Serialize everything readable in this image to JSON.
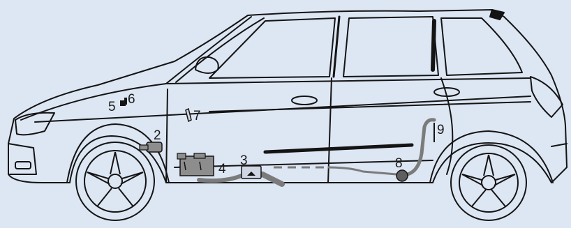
{
  "colors": {
    "background": "#dde6f3",
    "outline": "#141414",
    "hose": "#7b7b7b",
    "component_fill": "#8d8d8d",
    "label": "#1a1a1a"
  },
  "callouts": {
    "c1": "2",
    "c2": "3",
    "c3": "4",
    "c4": "5",
    "c5": "6",
    "c6": "7",
    "c7": "8",
    "c8": "9"
  }
}
